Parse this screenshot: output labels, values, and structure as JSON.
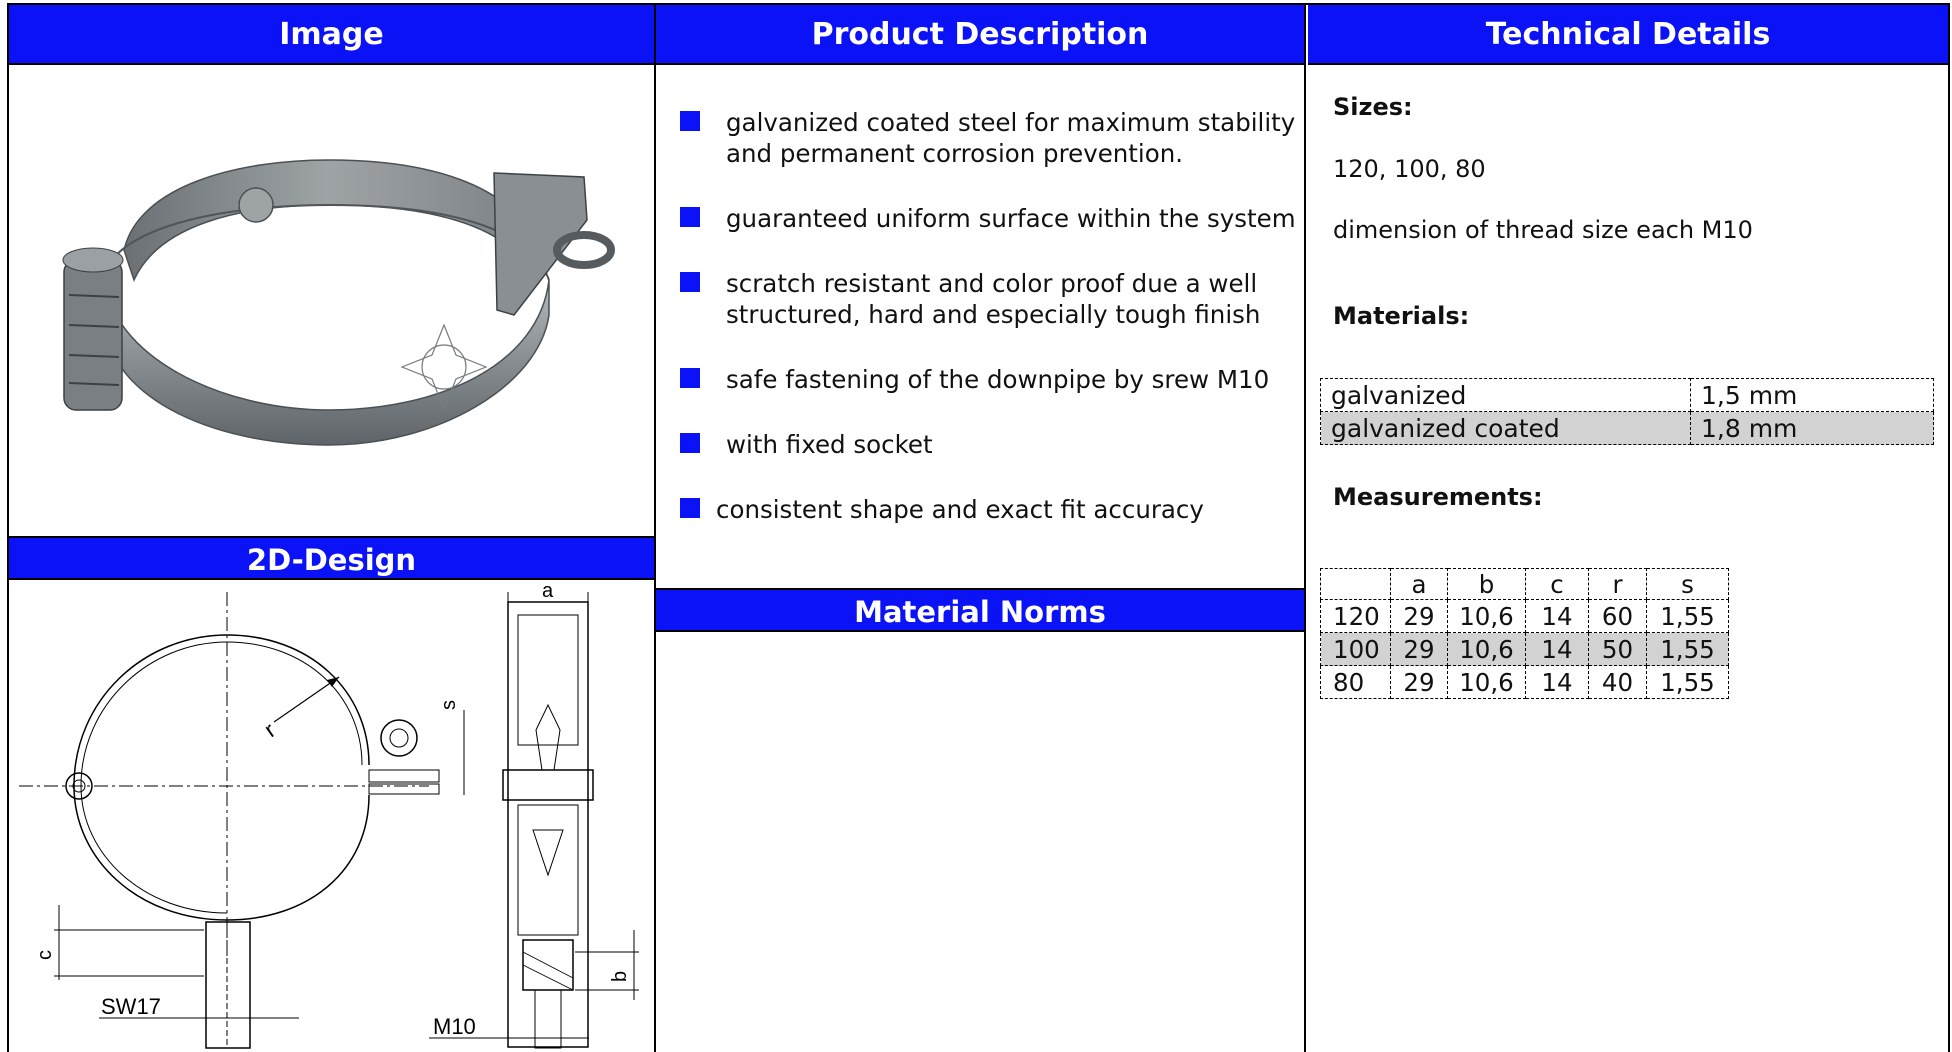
{
  "headers": {
    "image": "Image",
    "description": "Product Description",
    "technical": "Technical Details",
    "design": "2D-Design",
    "norms": "Material Norms"
  },
  "description": {
    "bullets": [
      {
        "line1": "galvanized coated steel for maximum stability",
        "line2": "and permanent corrosion prevention."
      },
      {
        "line1": "guaranteed uniform surface within the system",
        "line2": ""
      },
      {
        "line1": "scratch resistant and color proof due a well",
        "line2": "structured, hard and especially tough finish"
      },
      {
        "line1": "safe fastening of the downpipe by srew M10",
        "line2": ""
      },
      {
        "line1": "with fixed socket",
        "line2": ""
      },
      {
        "line1": "consistent shape and exact fit accuracy",
        "line2": ""
      }
    ]
  },
  "technical": {
    "sizes_label": "Sizes:",
    "sizes_value": "120, 100, 80",
    "thread_note": "dimension of thread size each M10",
    "materials_label": "Materials:",
    "materials": [
      {
        "name": "galvanized",
        "thickness": "1,5 mm"
      },
      {
        "name": "galvanized coated",
        "thickness": "1,8 mm"
      }
    ],
    "measurements_label": "Measurements:",
    "measurements_header": [
      "",
      "a",
      "b",
      "c",
      "r",
      "s"
    ],
    "measurements_rows": [
      [
        "120",
        "29",
        "10,6",
        "14",
        "60",
        "1,55"
      ],
      [
        "100",
        "29",
        "10,6",
        "14",
        "50",
        "1,55"
      ],
      [
        "80",
        "29",
        "10,6",
        "14",
        "40",
        "1,55"
      ]
    ]
  },
  "drawing_labels": {
    "a": "a",
    "b": "b",
    "c": "c",
    "r": "r",
    "s": "s",
    "sw": "SW17",
    "m": "M10"
  },
  "colors": {
    "header_blue": "#0b12f5",
    "alt_row_grey": "#d2d2d2"
  },
  "icons": [
    "bullet-square-icon"
  ]
}
